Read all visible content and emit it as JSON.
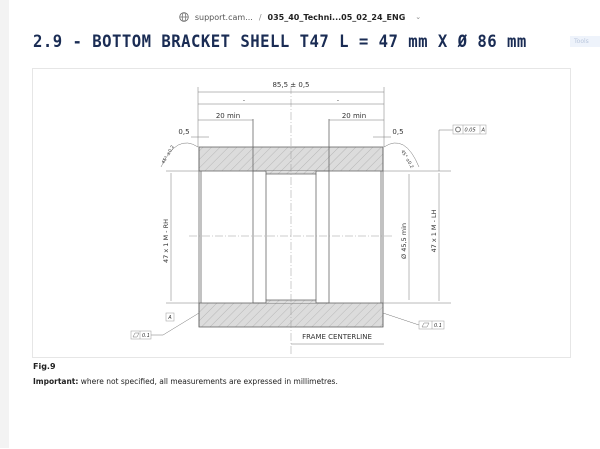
{
  "browser": {
    "site": "support.cam...",
    "separator": "/",
    "file_name": "035_40_Techni...05_02_24_ENG",
    "tools_label": "Tools"
  },
  "page": {
    "title": "2.9 - BOTTOM BRACKET SHELL T47 L = 47 mm X Ø 86 mm"
  },
  "drawing": {
    "overall_length": "85,5 ± 0,5",
    "half_dim_left": "-",
    "half_dim_right": "-",
    "thread_min_left": "20 min",
    "thread_min_right": "20 min",
    "chamfer_left": "0,5",
    "chamfer_right": "0,5",
    "chamfer_angle_left": "45° ±0.2",
    "chamfer_angle_right": "45° ±0.2",
    "thread_left": "47 x 1 M - RH",
    "thread_right": "47 x 1 M - LH",
    "bore_min": "Ø 45,5 min",
    "concentricity_tolerance": "0.05",
    "concentricity_datum": "A",
    "datum_label": "A",
    "flatness_left": "0.1",
    "flatness_right": "0.1",
    "frame_centerline": "FRAME CENTERLINE"
  },
  "caption": "Fig.9",
  "note": {
    "bold": "Important:",
    "text": " where not specified, all measurements are expressed in millimetres."
  }
}
